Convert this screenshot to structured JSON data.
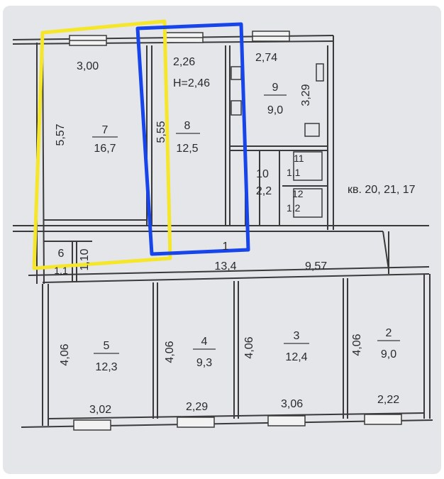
{
  "rooms": [
    {
      "id": "7",
      "area": "16,7",
      "width": "3,00",
      "length": "5,57"
    },
    {
      "id": "8",
      "area": "12,5",
      "width": "2,26",
      "length": "5,55"
    },
    {
      "id": "9",
      "area": "9,0",
      "width": "2,74",
      "length": "3,29"
    },
    {
      "id": "10",
      "area": "2,2"
    },
    {
      "id": "11",
      "area": "1,1"
    },
    {
      "id": "12",
      "area": "1,2"
    },
    {
      "id": "6",
      "area": "1,1",
      "length": "1,10"
    },
    {
      "id": "1",
      "area": "13,4",
      "length": "9,57"
    },
    {
      "id": "5",
      "area": "12,3",
      "width": "3,02",
      "length": "4,06"
    },
    {
      "id": "4",
      "area": "9,3",
      "width": "2,29",
      "length": "4,06"
    },
    {
      "id": "3",
      "area": "12,4",
      "width": "3,06",
      "length": "4,06"
    },
    {
      "id": "2",
      "area": "9,0",
      "width": "2,22",
      "length": "4,06"
    }
  ],
  "ceiling_height": "H=2,46",
  "apartments_note": "кв. 20, 21, 17",
  "highlights": [
    {
      "color": "#f5e62a"
    },
    {
      "color": "#1745ea"
    }
  ]
}
